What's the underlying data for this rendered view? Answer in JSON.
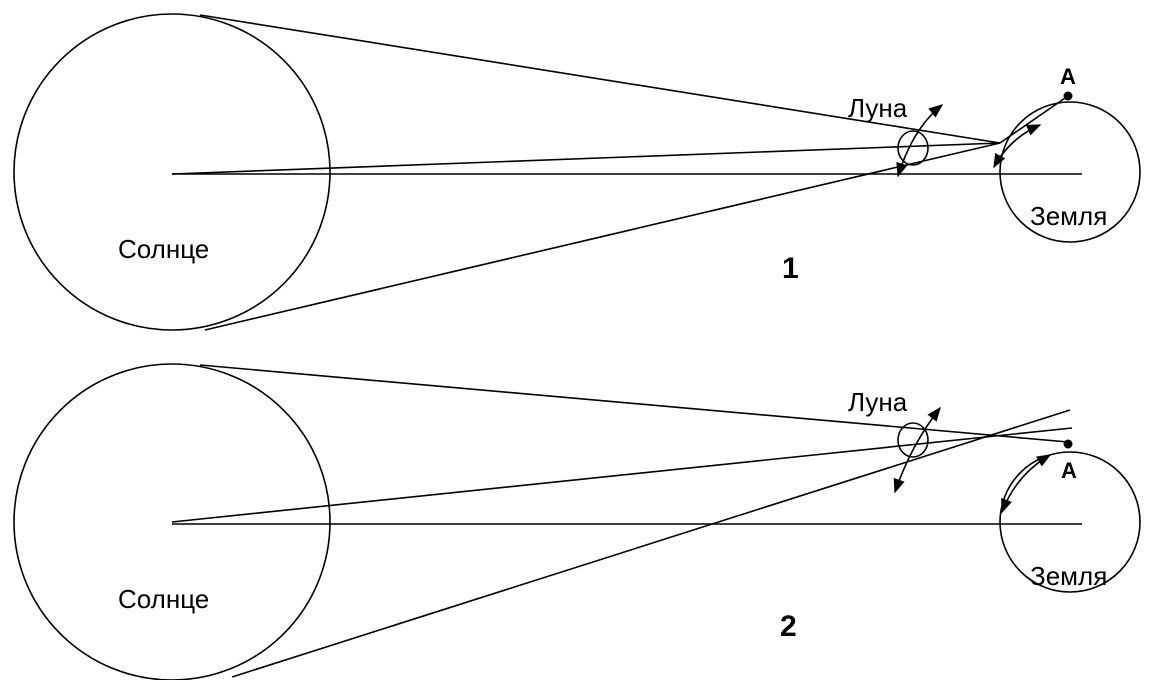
{
  "panels": [
    {
      "number": "1",
      "sun_label": "Солнце",
      "moon_label": "Луна",
      "earth_label": "Земля",
      "point_label": "A"
    },
    {
      "number": "2",
      "sun_label": "Солнце",
      "moon_label": "Луна",
      "earth_label": "Земля",
      "point_label": "A"
    }
  ]
}
